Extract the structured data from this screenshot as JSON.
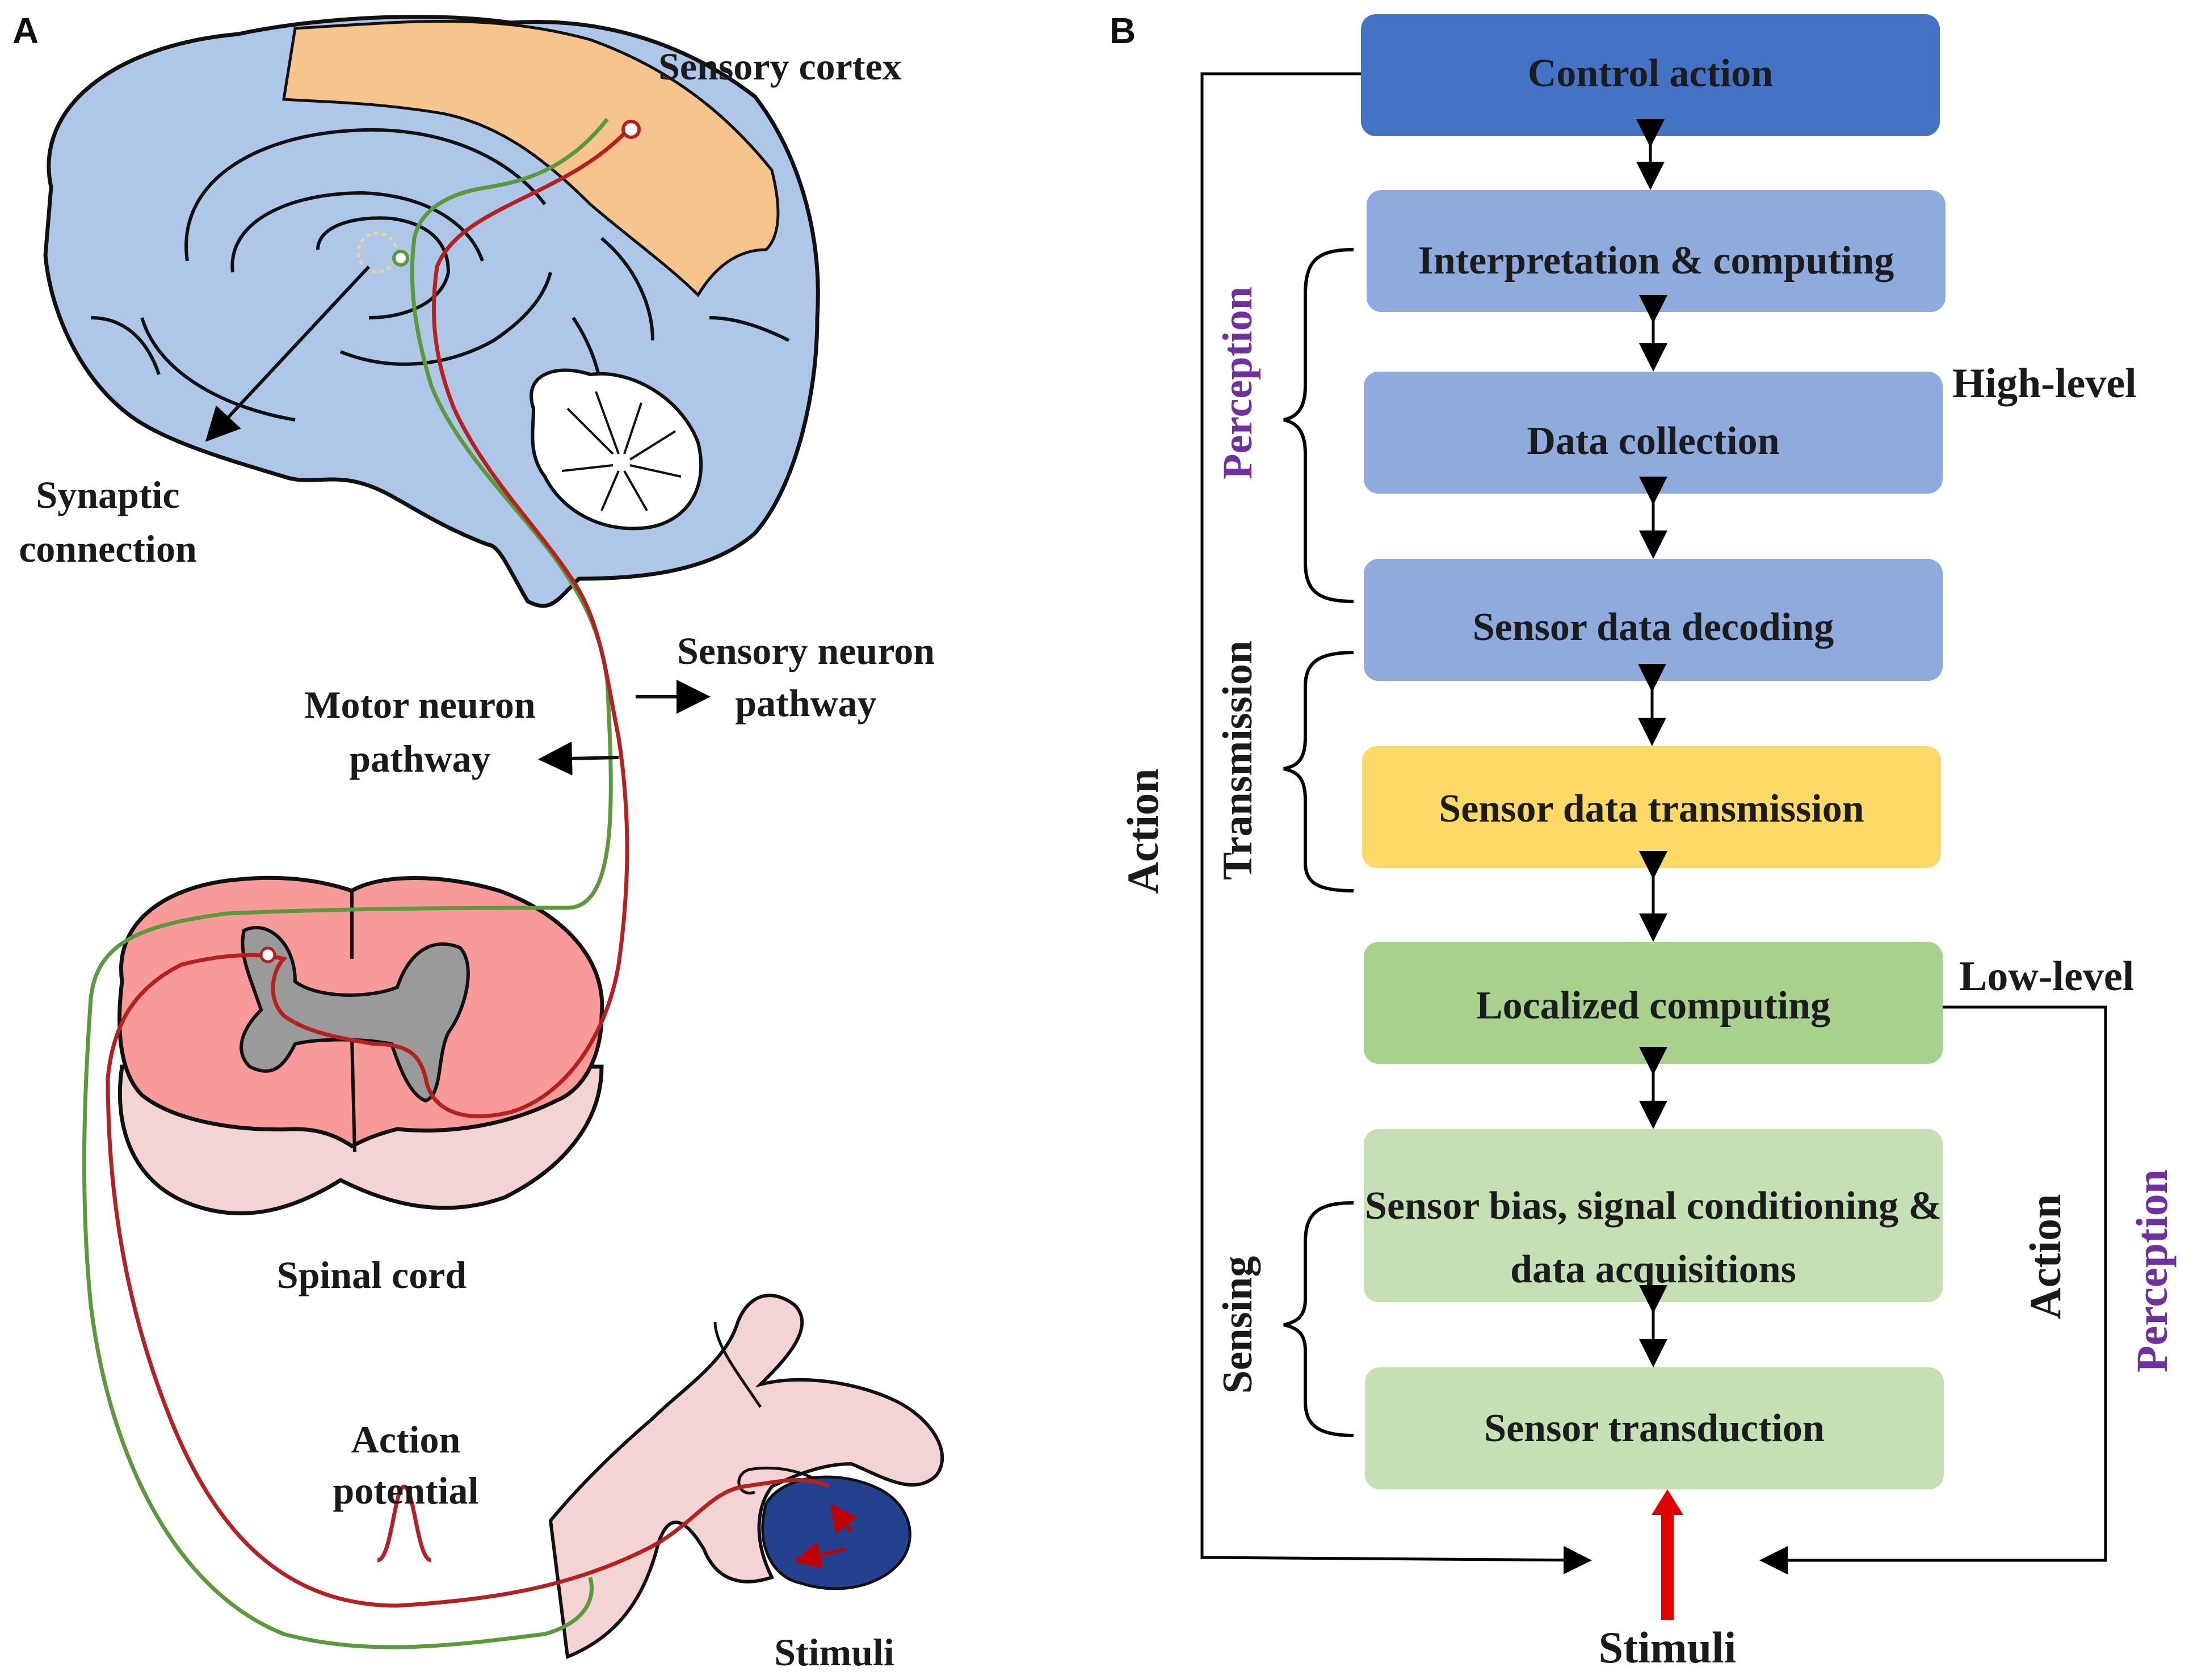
{
  "panel_a": {
    "letter": "A",
    "labels": {
      "sensory_cortex": "Sensory cortex",
      "synaptic_1": "Synaptic",
      "synaptic_2": "connection",
      "sensory_neuron_1": "Sensory neuron",
      "sensory_neuron_2": "pathway",
      "motor_neuron_1": "Motor neuron",
      "motor_neuron_2": "pathway",
      "spinal_cord": "Spinal cord",
      "action_potential_1": "Action",
      "action_potential_2": "potential",
      "stimuli": "Stimuli"
    }
  },
  "panel_b": {
    "letter": "B",
    "boxes": [
      {
        "line1": "Control action",
        "line2": "",
        "color": "#4472c4"
      },
      {
        "line1": "Interpretation & computing",
        "line2": "",
        "color": "#8faadc"
      },
      {
        "line1": "Data collection",
        "line2": "",
        "color": "#8faadc"
      },
      {
        "line1": "Sensor data decoding",
        "line2": "",
        "color": "#8faadc"
      },
      {
        "line1": "Sensor data transmission",
        "line2": "",
        "color": "#ffd966"
      },
      {
        "line1": "Localized computing",
        "line2": "",
        "color": "#a9d18e"
      },
      {
        "line1": "Sensor bias, signal conditioning &",
        "line2": "data acquisitions",
        "color": "#c5e0b4"
      },
      {
        "line1": "Sensor transduction",
        "line2": "",
        "color": "#c5e0b4"
      }
    ],
    "groups": {
      "perception": "Perception",
      "transmission": "Transmission",
      "sensing": "Sensing",
      "action_left": "Action",
      "action_right": "Action",
      "perception_right": "Perception"
    },
    "levels": {
      "high": "High-level",
      "low": "Low-level"
    },
    "stimuli": "Stimuli",
    "colors": {
      "perception_text": "#7030a0",
      "stimuli_arrow": "#e00000"
    }
  }
}
